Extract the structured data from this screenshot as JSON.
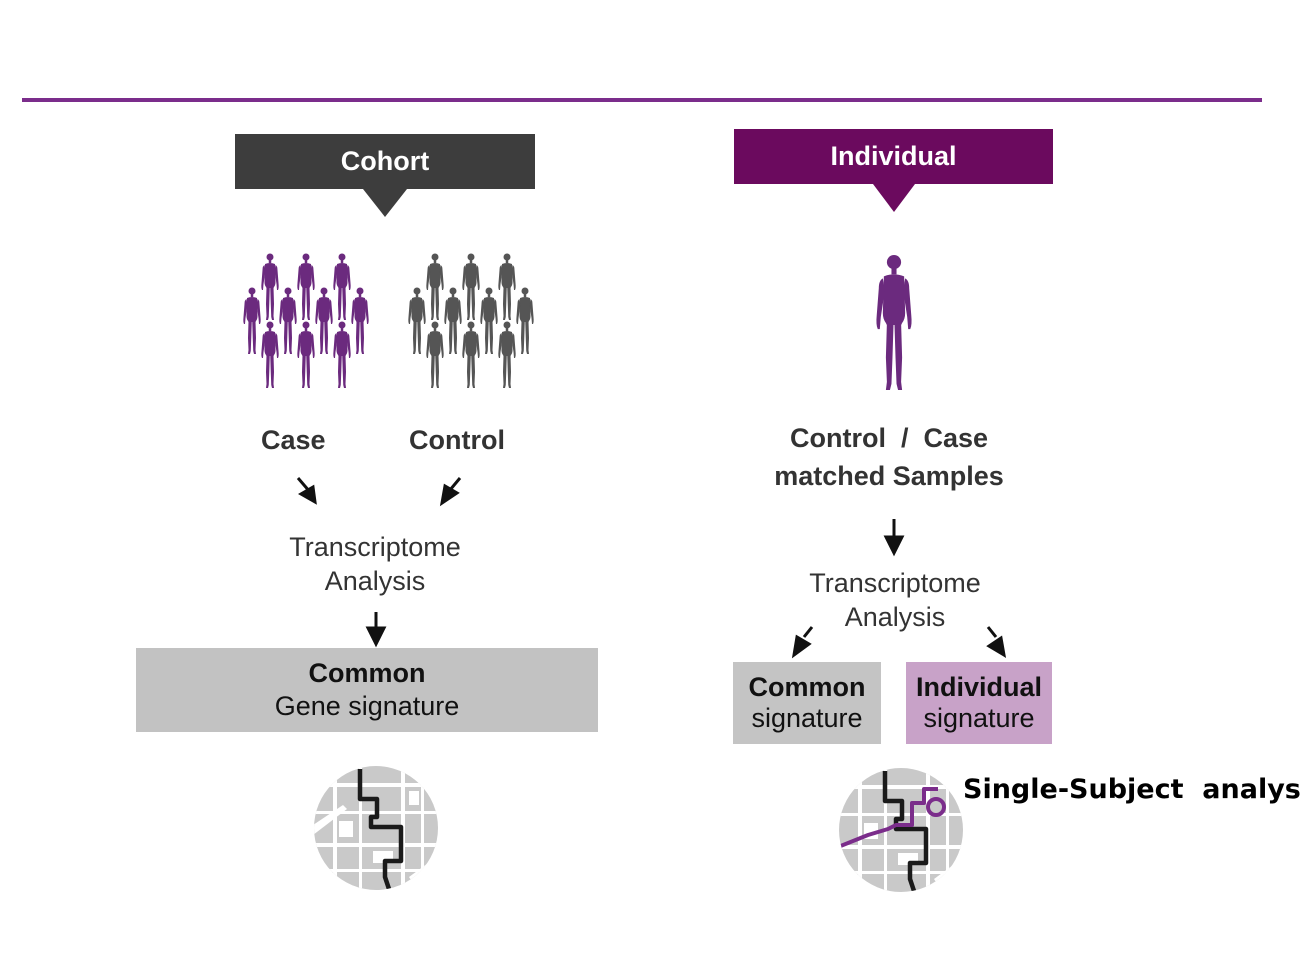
{
  "cohort": {
    "banner": "Cohort",
    "case_label": "Case",
    "control_label": "Control",
    "analysis_line1": "Transcriptome",
    "analysis_line2": "Analysis",
    "result_bold": "Common",
    "result_text": "Gene signature"
  },
  "individual": {
    "banner": "Individual",
    "samples_line1": "Control  /  Case",
    "samples_line2": "matched Samples",
    "analysis_line1": "Transcriptome",
    "analysis_line2": "Analysis",
    "common_bold": "Common",
    "common_text": "signature",
    "individual_bold": "Individual",
    "individual_text": "signature",
    "footer_label": "Single-Subject  analysis"
  },
  "colors": {
    "accent_purple": "#6b0a5e",
    "divider_purple": "#7b2d8b",
    "cohort_dark": "#3d3d3d",
    "common_box": "#c2c2c2",
    "individual_box": "#c8a2c8"
  },
  "icons": [
    "human-figure-icon",
    "arrow-down-icon",
    "pathway-map-icon"
  ]
}
